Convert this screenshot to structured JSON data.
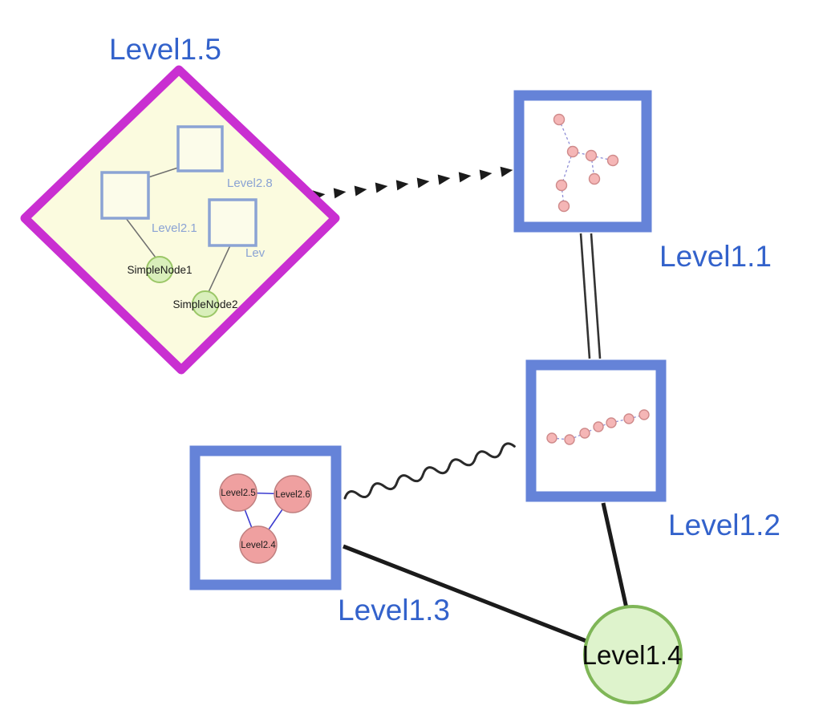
{
  "graph": {
    "top_nodes": {
      "level1_5": {
        "label": "Level1.5",
        "shape": "diamond"
      },
      "level1_1": {
        "label": "Level1.1",
        "shape": "square-group"
      },
      "level1_2": {
        "label": "Level1.2",
        "shape": "square-group"
      },
      "level1_3": {
        "label": "Level1.3",
        "shape": "square-group"
      },
      "level1_4": {
        "label": "Level1.4",
        "shape": "circle"
      }
    },
    "level1_5_children": {
      "level2_8": {
        "label": "Level2.8",
        "shape": "square"
      },
      "level2_1": {
        "label": "Level2.1",
        "shape": "square"
      },
      "level2_trunc": {
        "label": "Lev",
        "shape": "square"
      },
      "simple_node_1": {
        "label": "SimpleNode1",
        "shape": "circle"
      },
      "simple_node_2": {
        "label": "SimpleNode2",
        "shape": "circle"
      }
    },
    "level1_3_children": {
      "level2_5": {
        "label": "Level2.5",
        "shape": "circle"
      },
      "level2_6": {
        "label": "Level2.6",
        "shape": "circle"
      },
      "level2_4": {
        "label": "Level2.4",
        "shape": "circle"
      }
    },
    "edges": [
      {
        "from": "Level1.5",
        "to": "Level1.1",
        "style": "dashed-arrowheads"
      },
      {
        "from": "Level1.1",
        "to": "Level1.2",
        "style": "double-line"
      },
      {
        "from": "Level1.3",
        "to": "Level1.2",
        "style": "wavy"
      },
      {
        "from": "Level1.3",
        "to": "Level1.4",
        "style": "solid"
      },
      {
        "from": "Level1.2",
        "to": "Level1.4",
        "style": "solid"
      }
    ]
  },
  "colors": {
    "label_blue": "#3362cb",
    "diamond_border": "#c92fd1",
    "diamond_fill": "#fbfbdf",
    "group_border_blue": "#6583d8",
    "inner_square_border": "#8ba3d4",
    "inner_square_fill": "#fcfcea",
    "big_green_fill": "#def3cc",
    "big_green_border": "#7fb657",
    "small_green_fill": "#d9efbb",
    "small_green_border": "#9bc767",
    "pink_node_fill": "#f5b6b6",
    "pink_node_border": "#cf8a8a",
    "mini_edge_blue": "#8d8dd6",
    "triangle_edge_blue": "#3b3bd0",
    "edge_black": "#1b1b1b"
  }
}
